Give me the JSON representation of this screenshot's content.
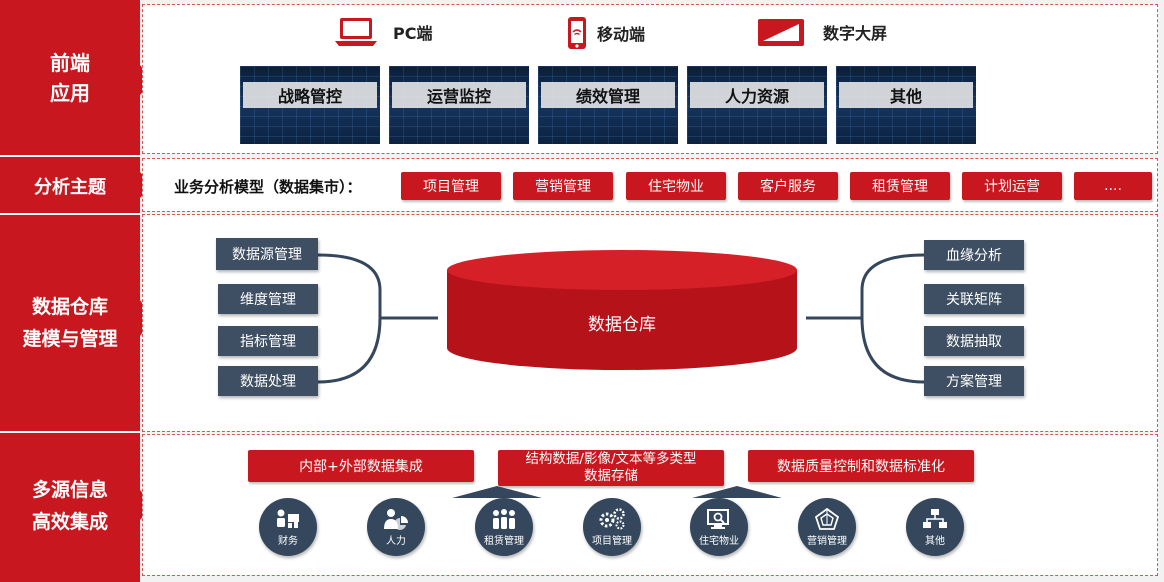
{
  "sidebar": {
    "frontend": "前端\n应用",
    "analysis": "分析主题",
    "warehouse": "数据仓库\n建模与管理",
    "integration": "多源信息\n高效集成"
  },
  "devices": [
    {
      "label": "PC端",
      "icon": "laptop-icon"
    },
    {
      "label": "移动端",
      "icon": "mobile-icon"
    },
    {
      "label": "数字大屏",
      "icon": "screen-icon"
    }
  ],
  "dashboards": [
    "战略管控",
    "运营监控",
    "绩效管理",
    "人力资源",
    "其他"
  ],
  "analysis": {
    "model_label": "业务分析模型（数据集市）：",
    "topics": [
      "项目管理",
      "营销管理",
      "住宅物业",
      "客户服务",
      "租赁管理",
      "计划运营",
      "...."
    ]
  },
  "warehouse": {
    "center": "数据仓库",
    "left_items": [
      "数据源管理",
      "维度管理",
      "指标管理",
      "数据处理"
    ],
    "right_items": [
      "血缘分析",
      "关联矩阵",
      "数据抽取",
      "方案管理"
    ]
  },
  "integration": {
    "boxes": [
      "内部+外部数据集成",
      "结构数据/影像/文本等多类型\n数据存储",
      "数据质量控制和数据标准化"
    ],
    "sources": [
      {
        "label": "财务",
        "icon": "finance-icon"
      },
      {
        "label": "人力",
        "icon": "hr-icon"
      },
      {
        "label": "租赁管理",
        "icon": "lease-icon"
      },
      {
        "label": "项目管理",
        "icon": "project-icon"
      },
      {
        "label": "住宅物业",
        "icon": "property-icon"
      },
      {
        "label": "营销管理",
        "icon": "marketing-icon"
      },
      {
        "label": "其他",
        "icon": "other-icon"
      }
    ]
  },
  "colors": {
    "accent": "#c8171e",
    "slate": "#3e4f63",
    "circle": "#34475c"
  }
}
